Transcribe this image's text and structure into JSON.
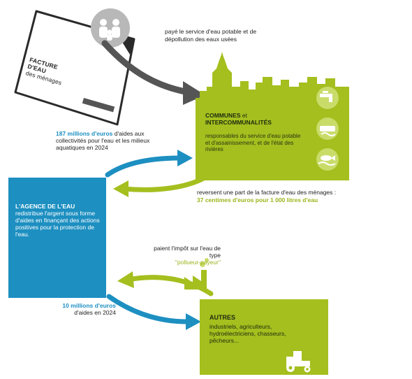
{
  "invoice": {
    "line1": "FACTURE",
    "line2": "D'EAU",
    "line3": "des ménages"
  },
  "paid_by": "payé le service d'eau potable et de dépollution des eaux usées",
  "communes": {
    "title_bold1": "COMMUNES",
    "title_normal": " et",
    "title_bold2": "INTERCOMMUNALITÉS",
    "desc": "responsables du service d'eau potable et d'assainissement, et de l'état des rivières"
  },
  "share": {
    "line1": "reversent une part de la facture d'eau des ménages :",
    "line2": "37 centimes d'euros pour 1 000 litres d'eau"
  },
  "aid_top": {
    "amount": "187 millions d'euros",
    "rest": " d'aides aux collectivités pour l'eau et les milieux aquatiques en 2024"
  },
  "agence": {
    "title": "L'AGENCE DE L'EAU",
    "desc": "redistribue l'argent sous forme d'aides en finançant des actions positives pour la protection de l'eau."
  },
  "tax": {
    "line": "paient l'impôt sur l'eau de type",
    "quoted": "\"pollueur-payeur\""
  },
  "aid_bottom": {
    "amount": "10 millions d'euros",
    "rest": " d'aides en 2024"
  },
  "autres": {
    "title": "AUTRES",
    "desc": "industriels, agriculteurs, hydroélectriciens, chasseurs, pêcheurs..."
  },
  "colors": {
    "green": "#a4bf1e",
    "blue": "#1d8fc1",
    "gray": "#555555"
  },
  "icons": [
    "document-icon",
    "family-icon",
    "arrow-icon",
    "church-icon",
    "faucet-icon",
    "water-treatment-icon",
    "fish-icon",
    "factory-icon",
    "tractor-icon"
  ]
}
